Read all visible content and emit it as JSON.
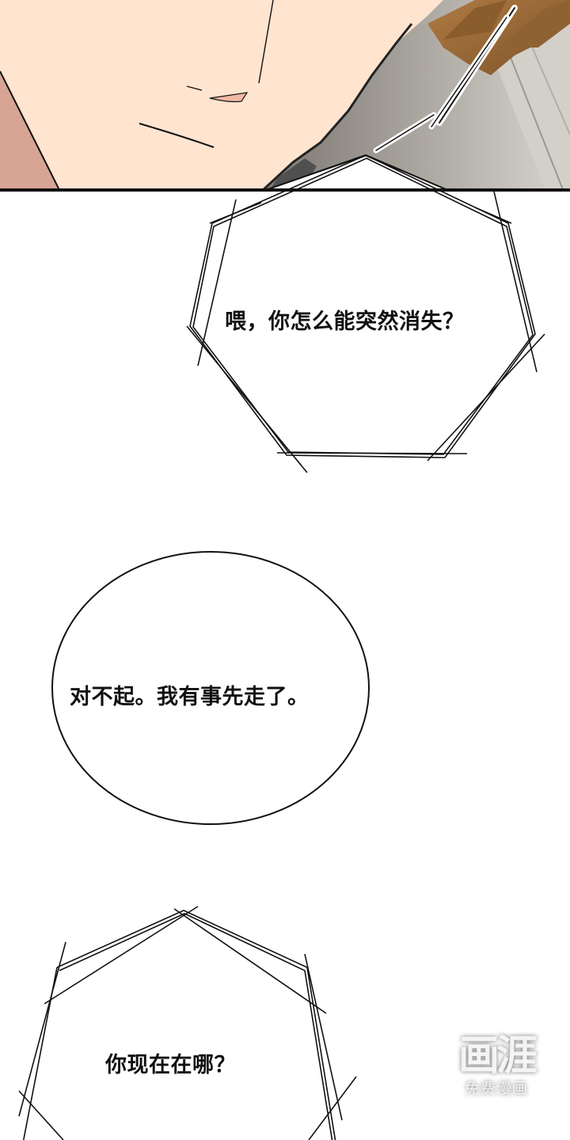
{
  "comic": {
    "panels": [
      {
        "id": "panel-1",
        "description": "close-up of character's lower face and neck",
        "colors": {
          "skin": "#FFE4D0",
          "cheek_shadow": "#D8A494",
          "hair": "#9B6A38",
          "background_gray": "#7A766F",
          "background_light": "#D6D3CC",
          "outline": "#111111"
        }
      }
    ],
    "speech_bubbles": [
      {
        "id": "bubble-1",
        "shape": "heptagon-spiky",
        "text": "喂，你怎么能突然消失？"
      },
      {
        "id": "bubble-2",
        "shape": "ellipse",
        "text": "对不起。我有事先走了。"
      },
      {
        "id": "bubble-3",
        "shape": "heptagon-spiky",
        "text": "你现在在哪？"
      }
    ]
  },
  "watermark": {
    "logo": "画涯",
    "subtitle": "免费漫画"
  }
}
